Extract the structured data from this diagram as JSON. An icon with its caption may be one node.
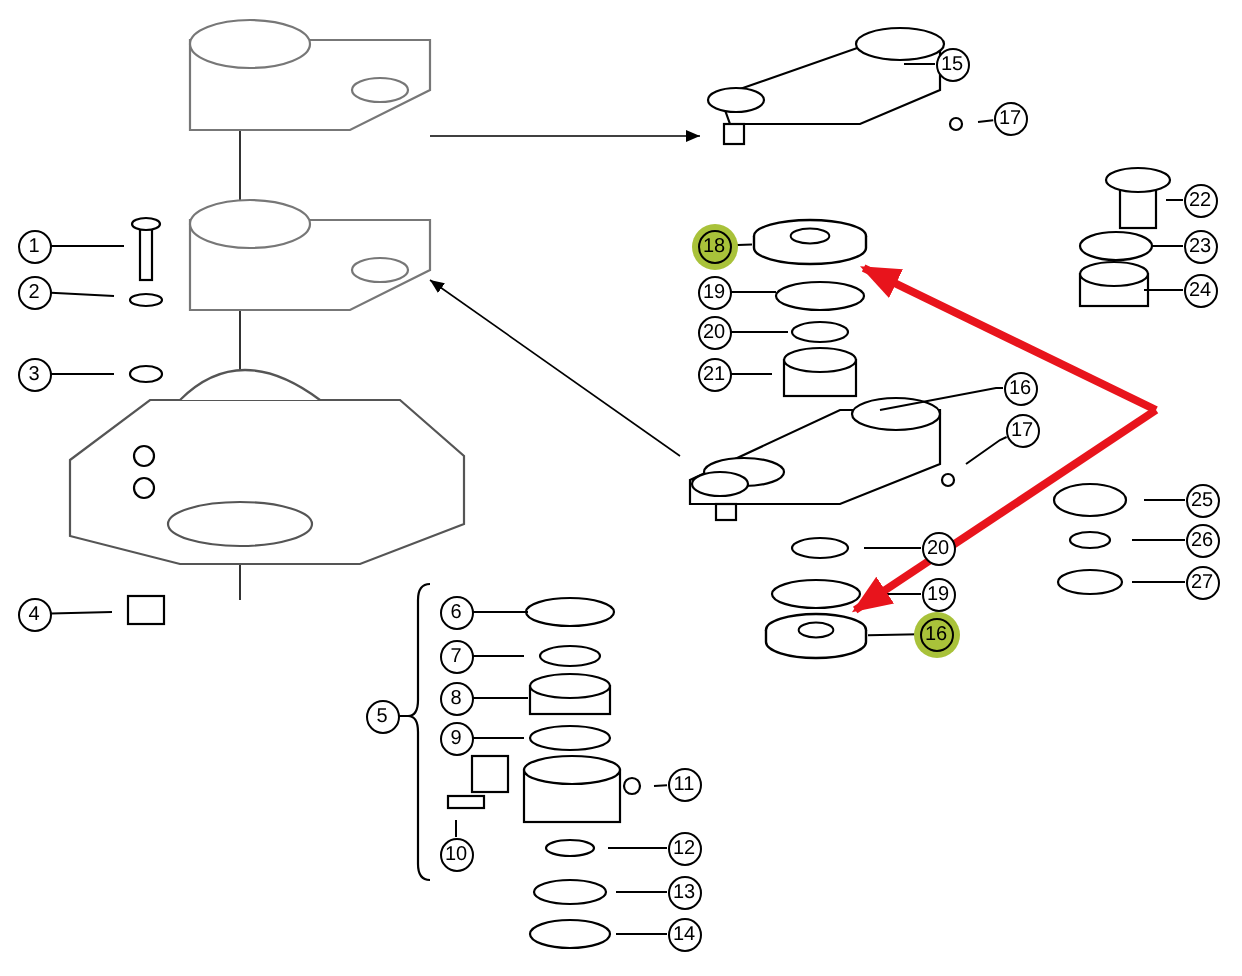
{
  "diagram": {
    "nodes": [
      {
        "text": [
          "15"
        ]
      },
      {
        "text": [
          "17"
        ]
      },
      {
        "text": [
          "22"
        ]
      },
      {
        "text": [
          "18"
        ]
      },
      {
        "text": [
          "23"
        ]
      },
      {
        "text": [
          "1"
        ]
      },
      {
        "text": [
          "19"
        ]
      },
      {
        "text": [
          "24"
        ]
      },
      {
        "text": [
          "2"
        ]
      },
      {
        "text": [
          "20"
        ]
      },
      {
        "text": [
          "3"
        ]
      },
      {
        "text": [
          "21"
        ]
      },
      {
        "text": [
          "16"
        ]
      },
      {
        "text": [
          "17"
        ]
      },
      {
        "text": [
          "25"
        ]
      },
      {
        "text": [
          "26"
        ]
      },
      {
        "text": [
          "20"
        ]
      },
      {
        "text": [
          "27"
        ]
      },
      {
        "text": [
          "4"
        ]
      },
      {
        "text": [
          "6"
        ]
      },
      {
        "text": [
          "19"
        ]
      },
      {
        "text": [
          "16"
        ]
      },
      {
        "text": [
          "7"
        ]
      },
      {
        "text": [
          "5"
        ]
      },
      {
        "text": [
          "8"
        ]
      },
      {
        "text": [
          "9"
        ]
      },
      {
        "text": [
          "11"
        ]
      },
      {
        "text": [
          "10"
        ]
      },
      {
        "text": [
          "12"
        ]
      },
      {
        "text": [
          "13"
        ]
      },
      {
        "text": [
          "14"
        ]
      },
      {
        "text": [],
        "shape": "picture"
      },
      {
        "text": [],
        "shape": "picture"
      }
    ],
    "edges": [
      {
        "from": 0,
        "to": null,
        "arrow": "none"
      },
      {
        "from": 1,
        "to": null,
        "arrow": "none"
      },
      {
        "from": 2,
        "to": null,
        "arrow": "none"
      },
      {
        "from": 3,
        "to": 31,
        "arrow": "none"
      },
      {
        "from": 4,
        "to": null,
        "arrow": "none"
      },
      {
        "from": 5,
        "to": null,
        "arrow": "none"
      },
      {
        "from": 6,
        "to": null,
        "arrow": "none"
      },
      {
        "from": 7,
        "to": null,
        "arrow": "none"
      },
      {
        "from": 8,
        "to": null,
        "arrow": "none"
      },
      {
        "from": 9,
        "to": null,
        "arrow": "none"
      },
      {
        "from": 10,
        "to": null,
        "arrow": "none"
      },
      {
        "from": 11,
        "to": null,
        "arrow": "none"
      },
      {
        "from": 12,
        "to": null,
        "arrow": "none"
      },
      {
        "from": 13,
        "to": null,
        "arrow": "none"
      },
      {
        "from": 14,
        "to": null,
        "arrow": "none"
      },
      {
        "from": 15,
        "to": null,
        "arrow": "none"
      },
      {
        "from": 16,
        "to": null,
        "arrow": "none"
      },
      {
        "from": 17,
        "to": null,
        "arrow": "none"
      },
      {
        "from": 18,
        "to": null,
        "arrow": "none"
      },
      {
        "from": 19,
        "to": null,
        "arrow": "none"
      },
      {
        "from": 20,
        "to": null,
        "arrow": "none"
      },
      {
        "from": 21,
        "to": 32,
        "arrow": "none"
      },
      {
        "from": 22,
        "to": null,
        "arrow": "none"
      },
      {
        "from": 23,
        "to": null,
        "arrow": "none"
      },
      {
        "from": 24,
        "to": null,
        "arrow": "none"
      },
      {
        "from": 25,
        "to": null,
        "arrow": "none"
      },
      {
        "from": 26,
        "to": null,
        "arrow": "none"
      },
      {
        "from": 27,
        "to": null,
        "arrow": "none"
      },
      {
        "from": 28,
        "to": null,
        "arrow": "none"
      },
      {
        "from": 29,
        "to": null,
        "arrow": "none"
      },
      {
        "from": 30,
        "to": null,
        "arrow": "none"
      },
      {
        "from": null,
        "to": 31,
        "arrow": "to",
        "style": "thick",
        "color": "#e8141c"
      },
      {
        "from": null,
        "to": 32,
        "arrow": "to",
        "style": "thick",
        "color": "#e8141c"
      }
    ]
  }
}
